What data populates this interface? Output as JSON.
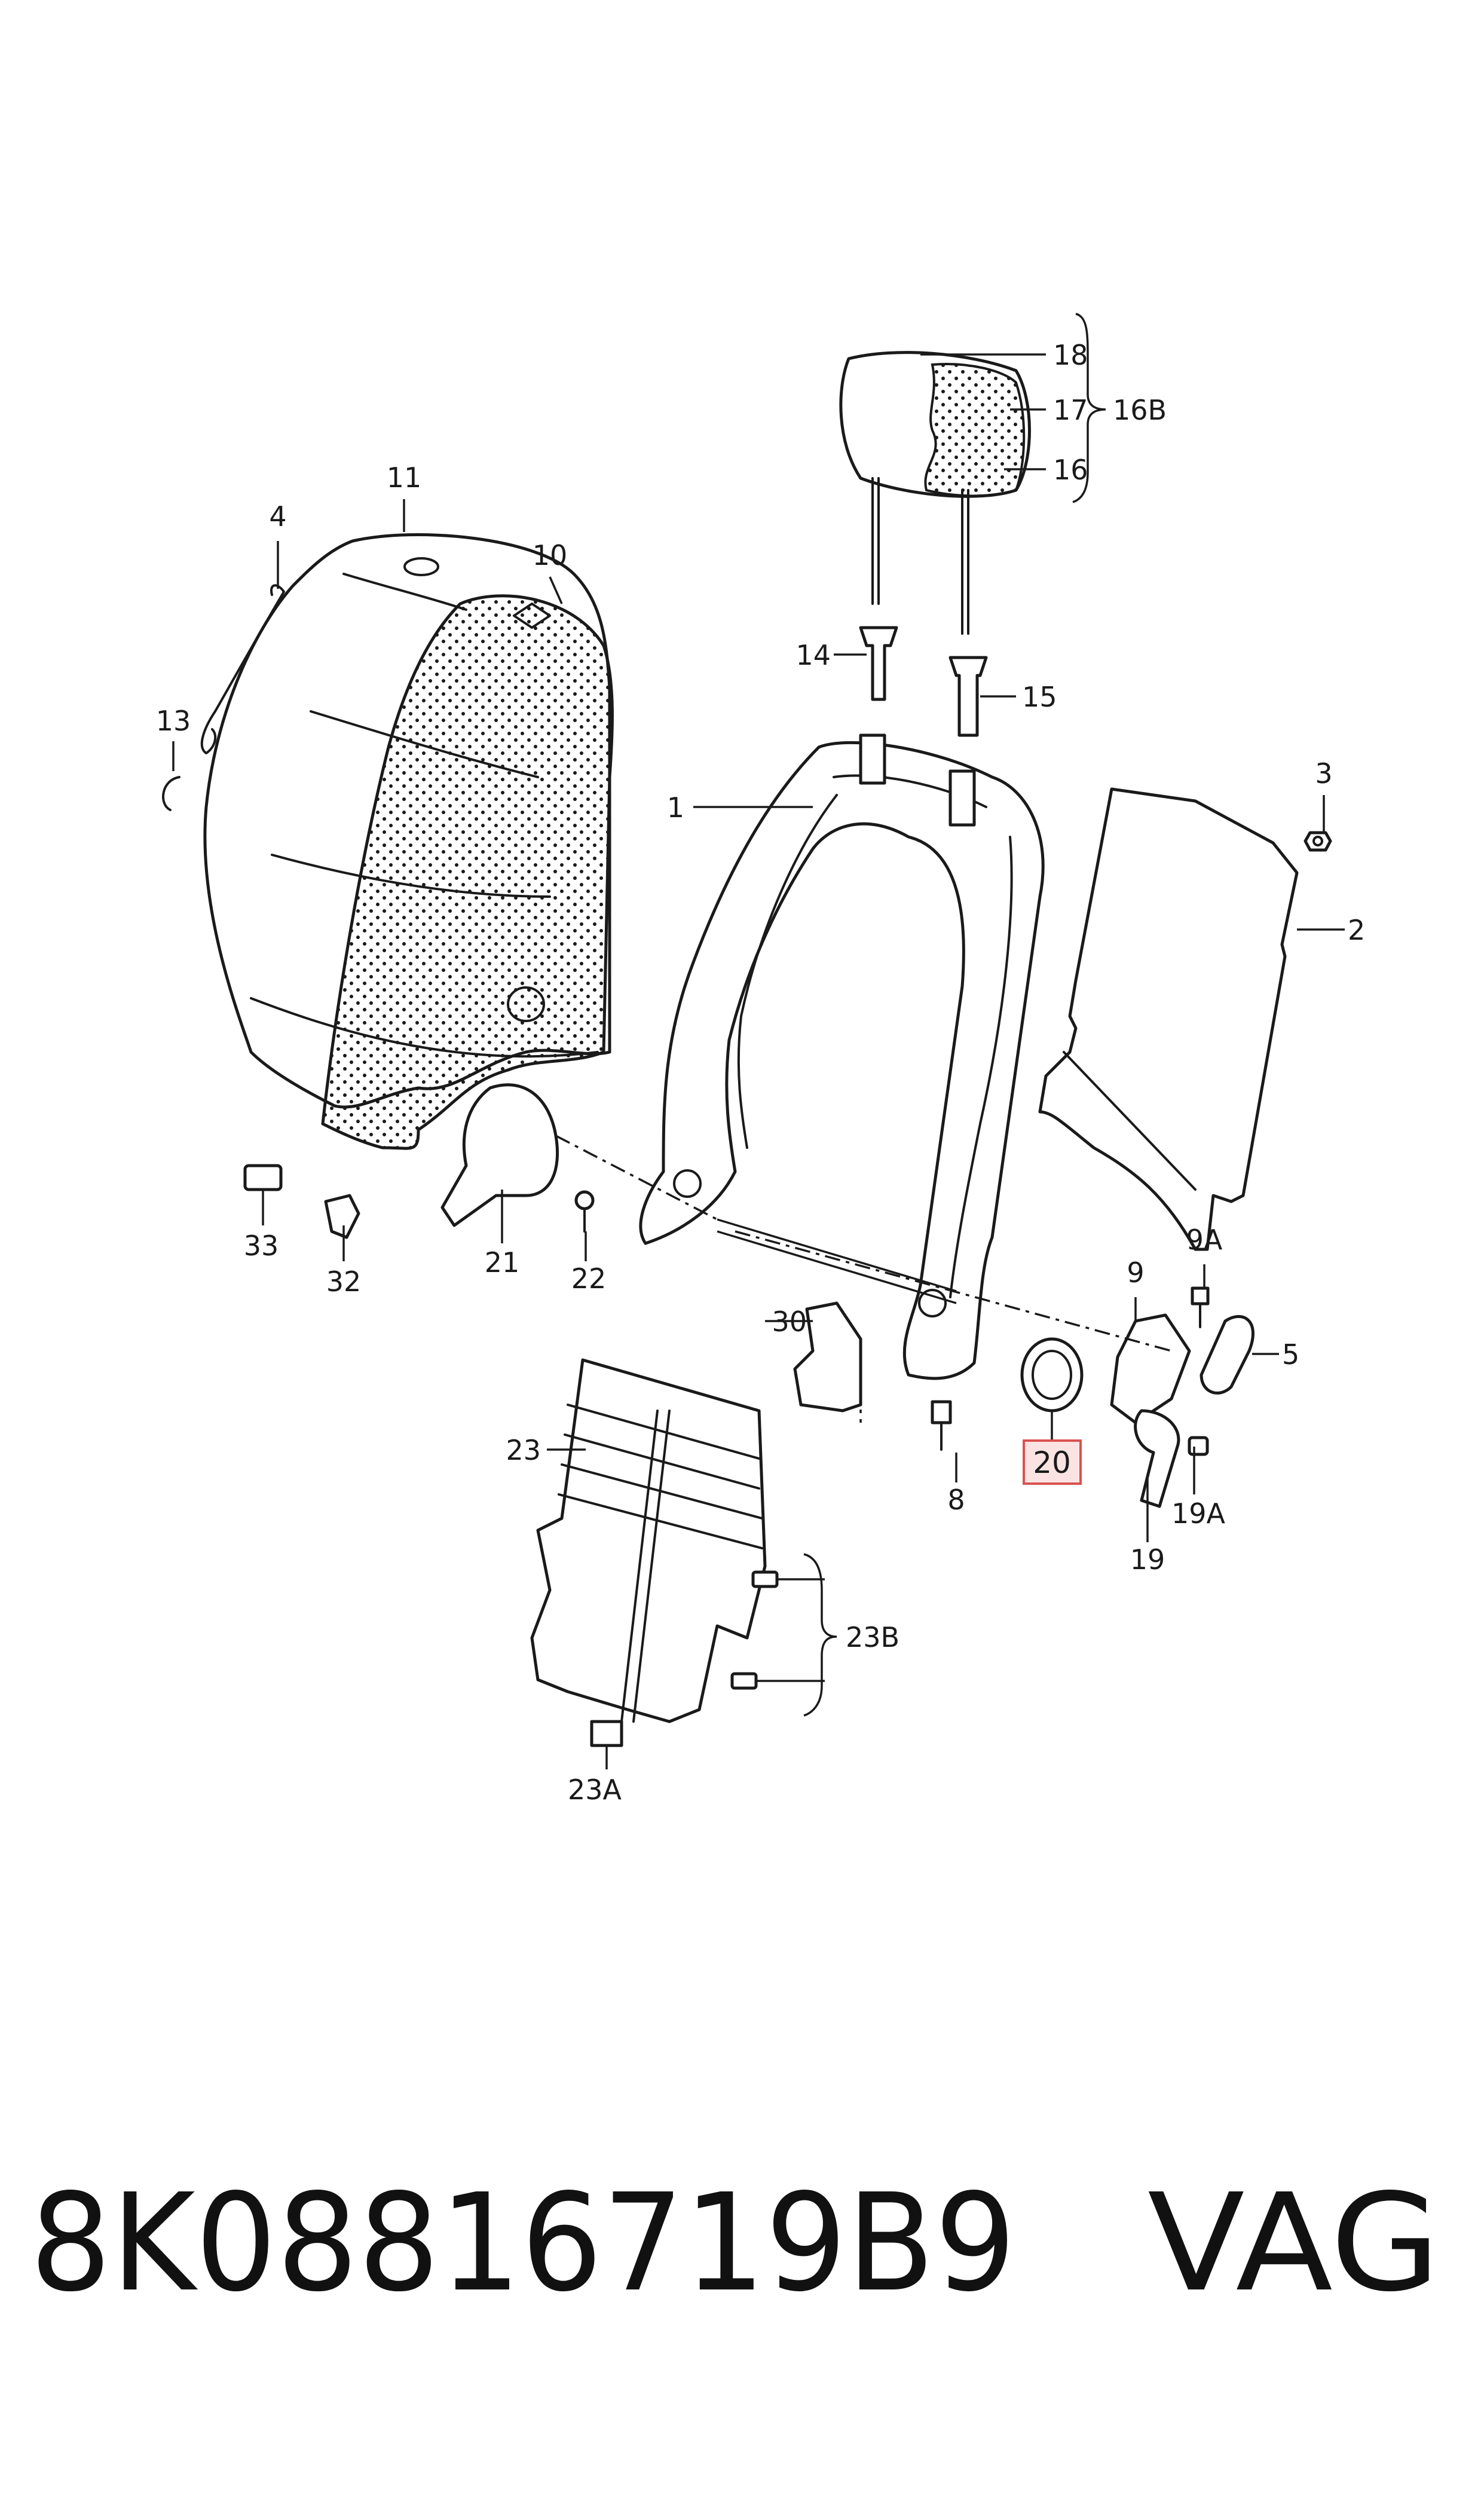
{
  "diagram": {
    "callouts": {
      "c1": "1",
      "c2": "2",
      "c3": "3",
      "c4": "4",
      "c5": "5",
      "c8": "8",
      "c9": "9",
      "c9a": "9A",
      "c10": "10",
      "c11": "11",
      "c13": "13",
      "c14": "14",
      "c15": "15",
      "c16": "16",
      "c16b": "16B",
      "c17": "17",
      "c18": "18",
      "c19": "19",
      "c19a": "19A",
      "c20": "20",
      "c21": "21",
      "c22": "22",
      "c23": "23",
      "c23a": "23A",
      "c23b": "23B",
      "c30": "30",
      "c32": "32",
      "c33": "33"
    },
    "highlight_color": "#d9534f",
    "highlight_fill": "#fbe3e3"
  },
  "footer": {
    "part_number": "8K08816719B9",
    "brand": "VAG"
  }
}
